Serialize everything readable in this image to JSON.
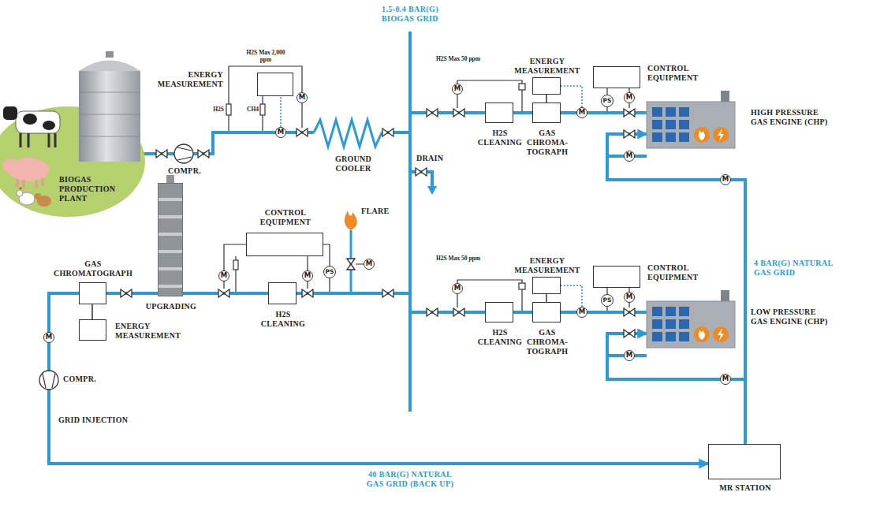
{
  "diagram": {
    "nodes": [
      {
        "text": [
          "BIOGAS PRODUCTION PLANT"
        ]
      },
      {
        "text": [
          "ENERGY MEASUREMENT"
        ]
      },
      {
        "text": [
          "H2S CLEANING"
        ]
      },
      {
        "text": [
          "GAS CHROMA- TOGRAPH"
        ]
      },
      {
        "text": [
          "ENERGY MEASUREMENT"
        ]
      },
      {
        "text": [
          "CONTROL EQUIPMENT"
        ]
      },
      {
        "text": [
          "HIGH PRESSURE GAS ENGINE (CHP)"
        ]
      },
      {
        "text": [
          "CONTROL EQUIPMENT"
        ]
      },
      {
        "text": [
          "H2S CLEANING"
        ]
      },
      {
        "text": [
          "UPGRADING"
        ]
      },
      {
        "text": [
          "GAS CHROMATOGRAPH"
        ]
      },
      {
        "text": [
          "ENERGY MEASUREMENT"
        ]
      },
      {
        "text": [
          "H2S CLEANING"
        ]
      },
      {
        "text": [
          "GAS CHROMA- TOGRAPH"
        ]
      },
      {
        "text": [
          "ENERGY MEASUREMENT"
        ]
      },
      {
        "text": [
          "CONTROL EQUIPMENT"
        ]
      },
      {
        "text": [
          "LOW PRESSURE GAS ENGINE (CHP)"
        ]
      },
      {
        "text": [
          "MR STATION"
        ]
      }
    ],
    "edges": [
      {
        "from": 2,
        "to": 3,
        "arrow": "none"
      },
      {
        "from": 3,
        "to": 4,
        "arrow": "none"
      },
      {
        "from": 3,
        "to": 6,
        "arrow": "none"
      },
      {
        "from": 12,
        "to": 13,
        "arrow": "none"
      },
      {
        "from": 13,
        "to": 14,
        "arrow": "none"
      },
      {
        "from": 13,
        "to": 16,
        "arrow": "none"
      },
      {
        "from": 8,
        "to": 9,
        "arrow": "none"
      },
      {
        "from": 9,
        "to": 10,
        "arrow": "none"
      },
      {
        "from": 10,
        "to": 11,
        "arrow": "none"
      },
      {
        "from": 10,
        "to": 17,
        "arrow": "to"
      },
      {
        "from": 17,
        "to": 6,
        "arrow": "to"
      },
      {
        "from": 17,
        "to": 16,
        "arrow": "to"
      }
    ],
    "labels": [
      "1.5-0.4 BAR(G) BIOGAS GRID",
      "COMPR.",
      "H2S Max 2,000 ppm",
      "H2S",
      "CH4",
      "GROUND COOLER",
      "DRAIN",
      "H2S Max 50 ppm",
      "FLARE",
      "4 BAR(G) NATURAL GAS GRID",
      "H2S Max 50 ppm",
      "COMPR.",
      "GRID INJECTION",
      "40 BAR(G) NATURAL GAS GRID (BACK UP)",
      "PS",
      "PS",
      "PS",
      "M",
      "M",
      "M",
      "M",
      "M",
      "M",
      "M",
      "M",
      "M",
      "M",
      "M",
      "M",
      "M",
      "M",
      "M",
      "M"
    ]
  }
}
